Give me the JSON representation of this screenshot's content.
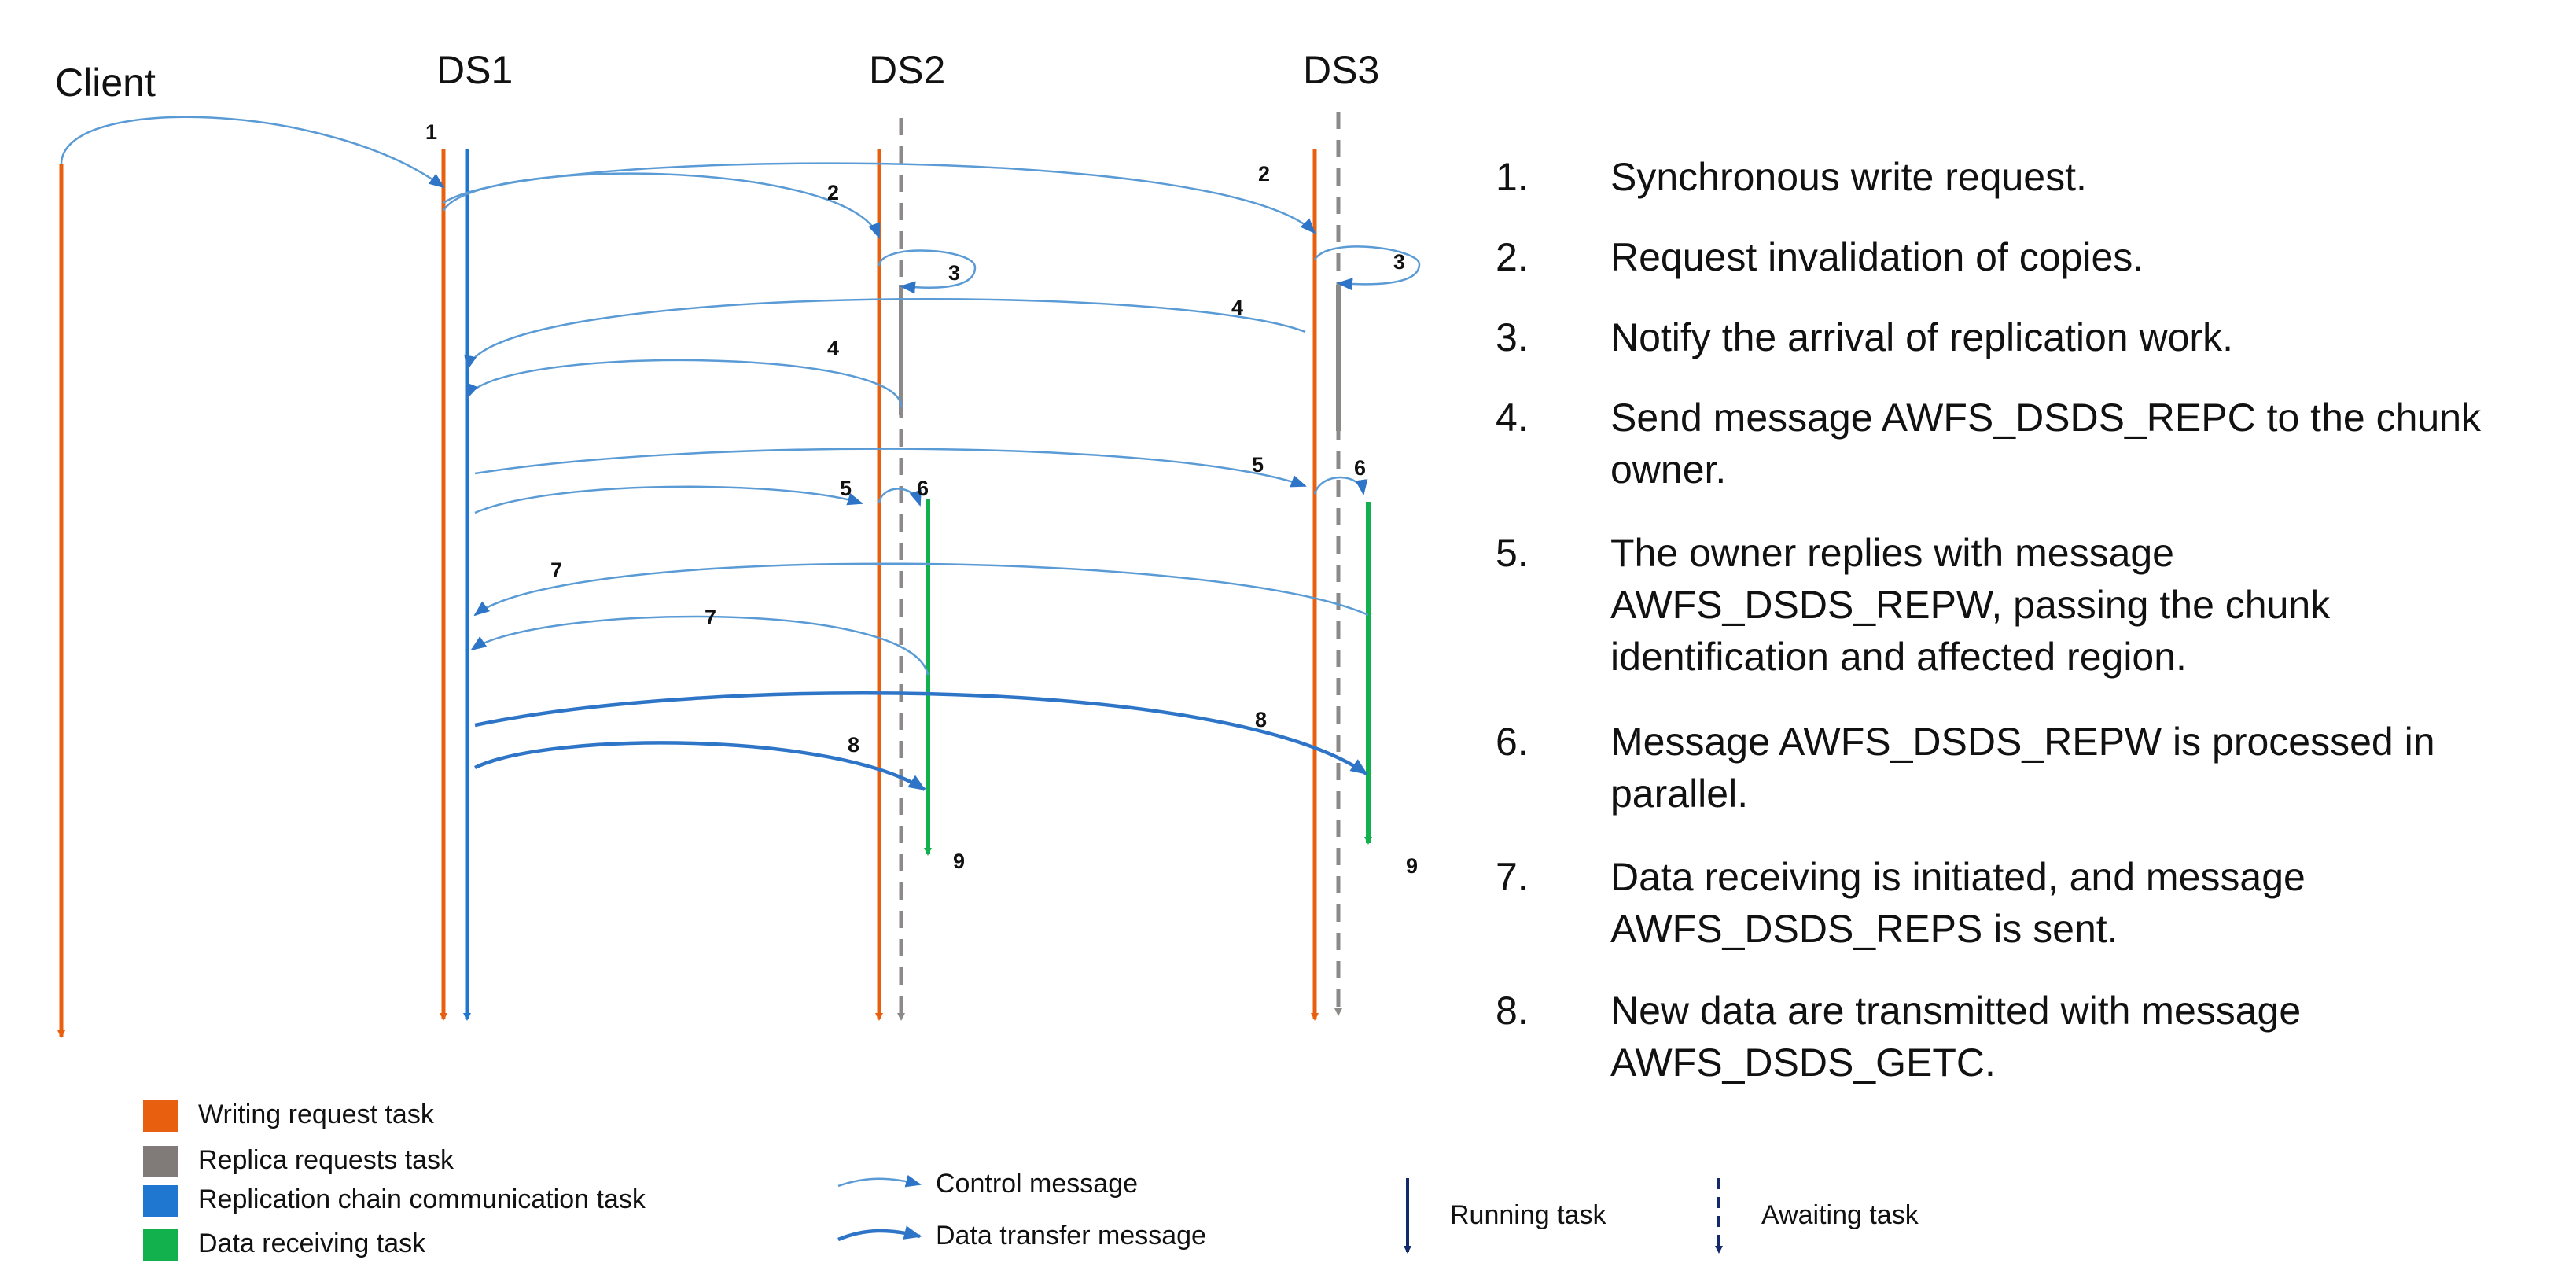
{
  "lanes": {
    "client": "Client",
    "ds1": "DS1",
    "ds2": "DS2",
    "ds3": "DS3"
  },
  "arrow_labels": [
    "1",
    "2",
    "2",
    "3",
    "3",
    "4",
    "4",
    "5",
    "5",
    "6",
    "6",
    "7",
    "7",
    "8",
    "8",
    "9",
    "9"
  ],
  "steps": [
    {
      "num": "1.",
      "lines": [
        "Synchronous write request."
      ]
    },
    {
      "num": "2.",
      "lines": [
        "Request invalidation of copies."
      ]
    },
    {
      "num": "3.",
      "lines": [
        "Notify the arrival of replication work."
      ]
    },
    {
      "num": "4.",
      "lines": [
        "Send message AWFS_DSDS_REPC to the chunk",
        "owner."
      ]
    },
    {
      "num": "5.",
      "lines": [
        "The owner replies with message",
        "AWFS_DSDS_REPW, passing the chunk",
        "identification and affected region."
      ]
    },
    {
      "num": "6.",
      "lines": [
        "Message AWFS_DSDS_REPW is processed in",
        "parallel."
      ]
    },
    {
      "num": "7.",
      "lines": [
        "Data receiving is initiated, and message",
        "AWFS_DSDS_REPS is sent."
      ]
    },
    {
      "num": "8.",
      "lines": [
        "New data are transmitted with message",
        "AWFS_DSDS_GETC."
      ]
    }
  ],
  "legend": {
    "tasks": [
      {
        "label": "Writing request task",
        "color": "#E8600F"
      },
      {
        "label": "Replica requests task",
        "color": "#807A78"
      },
      {
        "label": "Replication chain communication task",
        "color": "#1F77D0"
      },
      {
        "label": "Data receiving task",
        "color": "#12B14E"
      }
    ],
    "control_message": "Control message",
    "data_transfer_message": "Data transfer message",
    "running_task": "Running task",
    "awaiting_task": "Awaiting task"
  },
  "colors": {
    "orange": "#E8600F",
    "gray": "#8C8A88",
    "blue": "#1F77D0",
    "green": "#12B14E",
    "control": "#5B9BD5",
    "data": "#2E75C8",
    "navy": "#13296B"
  }
}
